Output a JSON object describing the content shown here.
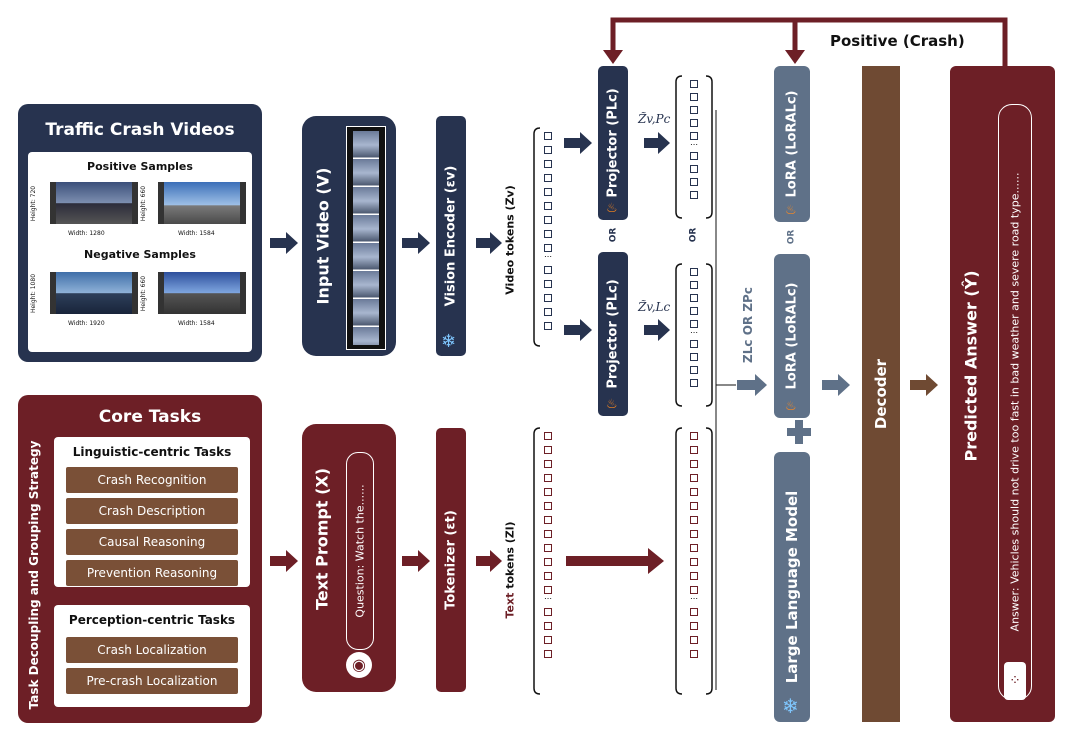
{
  "videos": {
    "title": "Traffic Crash Videos",
    "positive_title": "Positive Samples",
    "negative_title": "Negative Samples",
    "samples": [
      {
        "height": "Height: 720",
        "width": "Width: 1280"
      },
      {
        "height": "Height: 660",
        "width": "Width: 1584"
      },
      {
        "height": "Height: 1080",
        "width": "Width: 1920"
      },
      {
        "height": "Height: 660",
        "width": "Width: 1584"
      }
    ]
  },
  "core": {
    "title": "Core Tasks",
    "side_label": "Task Decoupling and Grouping Strategy",
    "linguistic_title": "Linguistic-centric Tasks",
    "linguistic": [
      "Crash Recognition",
      "Crash Description",
      "Causal Reasoning",
      "Prevention Reasoning"
    ],
    "perception_title": "Perception-centric Tasks",
    "perception": [
      "Crash Localization",
      "Pre-crash Localization"
    ]
  },
  "input_video": "Input Video (V)",
  "vision_encoder": "Vision Encoder (εv)",
  "text_prompt": "Text Prompt (X)",
  "question": "Question: Watch the......",
  "tokenizer": "Tokenizer (εt)",
  "video_tokens": "Video tokens (Zv)",
  "text_tokens_a": "Text",
  "text_tokens_b": "tokens (Zl)",
  "projector_pc": "Projector (PLc)",
  "projector_lc": "Projector (PLc)",
  "z_pc": "Z̃v,Pc",
  "z_lc": "Z̃v,Lc",
  "or": "OR",
  "zlc_or_zpc": "ZLc OR ZPc",
  "lora_pc": "LoRA (LoRALc)",
  "lora_lc": "LoRA (LoRALc)",
  "llm": "Large Language Model",
  "decoder": "Decoder",
  "positive_crash": "Positive (Crash)",
  "predicted": "Predicted Answer (Ŷ)",
  "answer": "Answer: Vehicles should not drive too fast in bad weather and severe road type......",
  "colors": {
    "navy": "#27334f",
    "maroon": "#6d1f26",
    "slate": "#5f7188",
    "brown": "#6f4a33"
  }
}
